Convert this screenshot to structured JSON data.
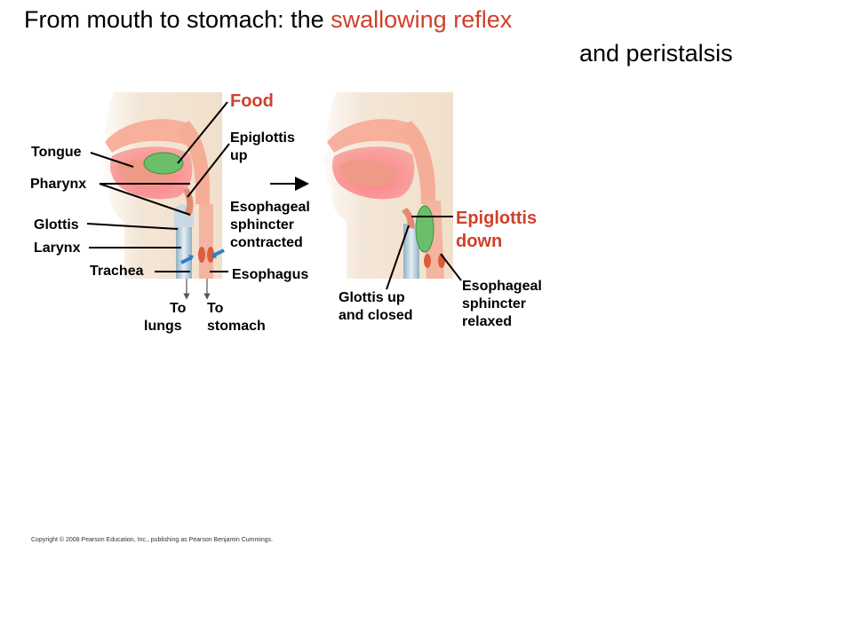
{
  "title": {
    "line1_prefix": "From mouth to stomach: the ",
    "line1_highlight": "swallowing reflex",
    "line2": "and peristalsis"
  },
  "colors": {
    "highlight": "#d0402a",
    "food": "#6bbf6a",
    "tissue": "#f0a892",
    "skin": "#f2e1cf",
    "airway": "#b9cfdc",
    "arrow_blue": "#2e7fc2"
  },
  "left_panel": {
    "labels": {
      "food": "Food",
      "tongue": "Tongue",
      "pharynx": "Pharynx",
      "epiglottis_up_1": "Epiglottis",
      "epiglottis_up_2": "up",
      "glottis": "Glottis",
      "larynx": "Larynx",
      "esoph_sph_1": "Esophageal",
      "esoph_sph_2": "sphincter",
      "esoph_sph_3": "contracted",
      "trachea": "Trachea",
      "esophagus": "Esophagus",
      "to_lungs_1": "To",
      "to_lungs_2": "lungs",
      "to_stomach_1": "To",
      "to_stomach_2": "stomach"
    }
  },
  "right_panel": {
    "labels": {
      "epiglottis_down_1": "Epiglottis",
      "epiglottis_down_2": "down",
      "glottis_up_1": "Glottis up",
      "glottis_up_2": "and closed",
      "esoph_relaxed_1": "Esophageal",
      "esoph_relaxed_2": "sphincter",
      "esoph_relaxed_3": "relaxed"
    }
  },
  "copyright": "Copyright © 2008 Pearson Education, Inc., publishing as Pearson Benjamin Cummings."
}
